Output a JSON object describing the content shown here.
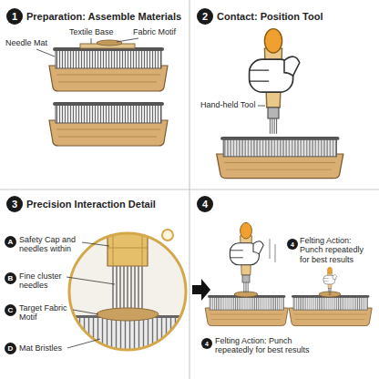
{
  "diagram": {
    "labels": [
      "1",
      "Preparation: Assemble Materials",
      "Textile Base",
      "Fabric Motif",
      "Needle Mat",
      "2",
      "Contact: Position Tool",
      "Hand-held Tool",
      "3",
      "Precision Interaction Detail",
      "A",
      "Safety Cap and needles within",
      "B",
      "Fine cluster needles",
      "C",
      "Target Fabric Motif",
      "D",
      "Mat Bristles",
      "4",
      "4",
      "Felting Action: Punch repeatedly for best results",
      "4",
      "Felting Action: Punch repeatedly for best results"
    ]
  }
}
